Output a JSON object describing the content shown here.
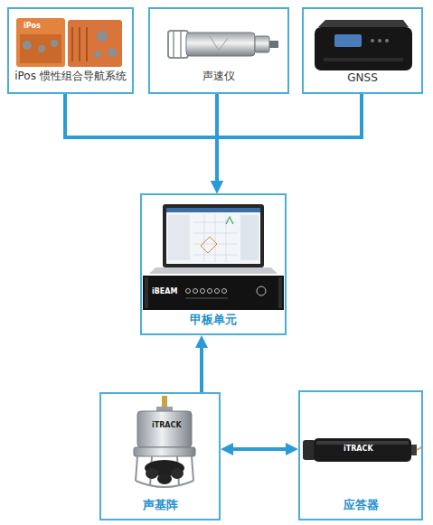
{
  "diagram": {
    "nodes": [
      {
        "text": [
          "iPos 惯性组合导航系统"
        ]
      },
      {
        "text": [
          "声速仪"
        ]
      },
      {
        "text": [
          "GNSS"
        ]
      },
      {
        "text": [
          "甲板单元"
        ]
      },
      {
        "text": [
          "声基阵"
        ]
      },
      {
        "text": [
          "应答器"
        ]
      }
    ],
    "edges": [
      {
        "from": 0,
        "to": 3,
        "arrow": "to"
      },
      {
        "from": 1,
        "to": 3,
        "arrow": "to"
      },
      {
        "from": 2,
        "to": 3,
        "arrow": "to"
      },
      {
        "from": 4,
        "to": 3,
        "arrow": "to"
      },
      {
        "from": 4,
        "to": 5,
        "arrow": "both"
      }
    ],
    "labels": [
      "iPos",
      "iBEAM",
      "iTRACK",
      "iTRACK"
    ]
  }
}
